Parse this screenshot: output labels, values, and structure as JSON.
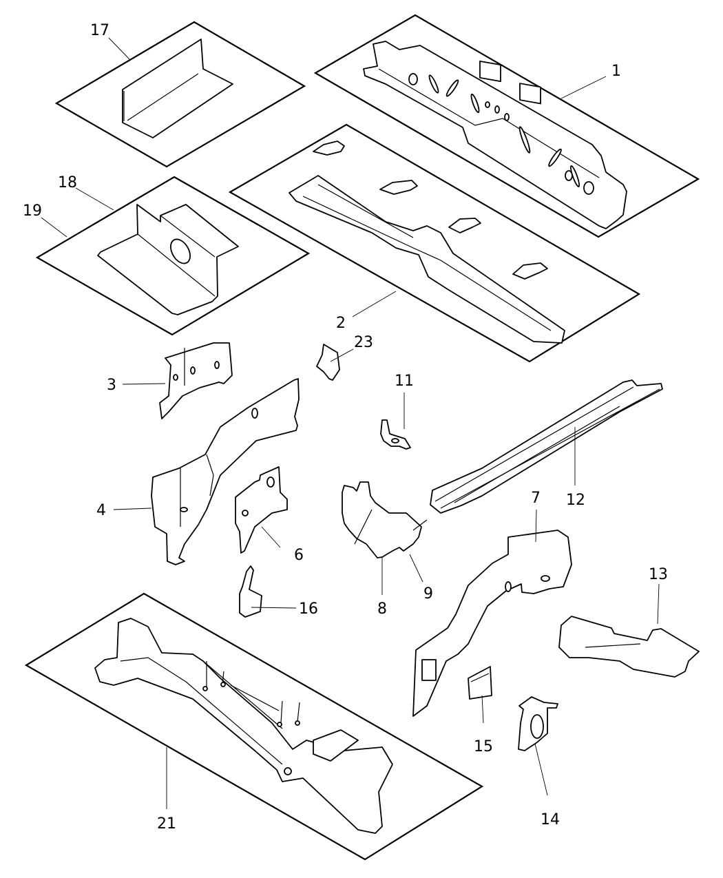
{
  "diagram": {
    "type": "exploded-parts-diagram",
    "subject": "Body floor pan and frame rail components",
    "callouts": [
      {
        "id": "c1",
        "label": "1"
      },
      {
        "id": "c2",
        "label": "2"
      },
      {
        "id": "c3",
        "label": "3"
      },
      {
        "id": "c4",
        "label": "4"
      },
      {
        "id": "c6",
        "label": "6"
      },
      {
        "id": "c7",
        "label": "7"
      },
      {
        "id": "c8",
        "label": "8"
      },
      {
        "id": "c9",
        "label": "9"
      },
      {
        "id": "c11",
        "label": "11"
      },
      {
        "id": "c12",
        "label": "12"
      },
      {
        "id": "c13",
        "label": "13"
      },
      {
        "id": "c14",
        "label": "14"
      },
      {
        "id": "c15",
        "label": "15"
      },
      {
        "id": "c16",
        "label": "16"
      },
      {
        "id": "c17",
        "label": "17"
      },
      {
        "id": "c18",
        "label": "18"
      },
      {
        "id": "c19",
        "label": "19"
      },
      {
        "id": "c21",
        "label": "21"
      },
      {
        "id": "c23",
        "label": "23"
      }
    ],
    "colors": {
      "line": "#000000",
      "background": "#ffffff"
    }
  }
}
